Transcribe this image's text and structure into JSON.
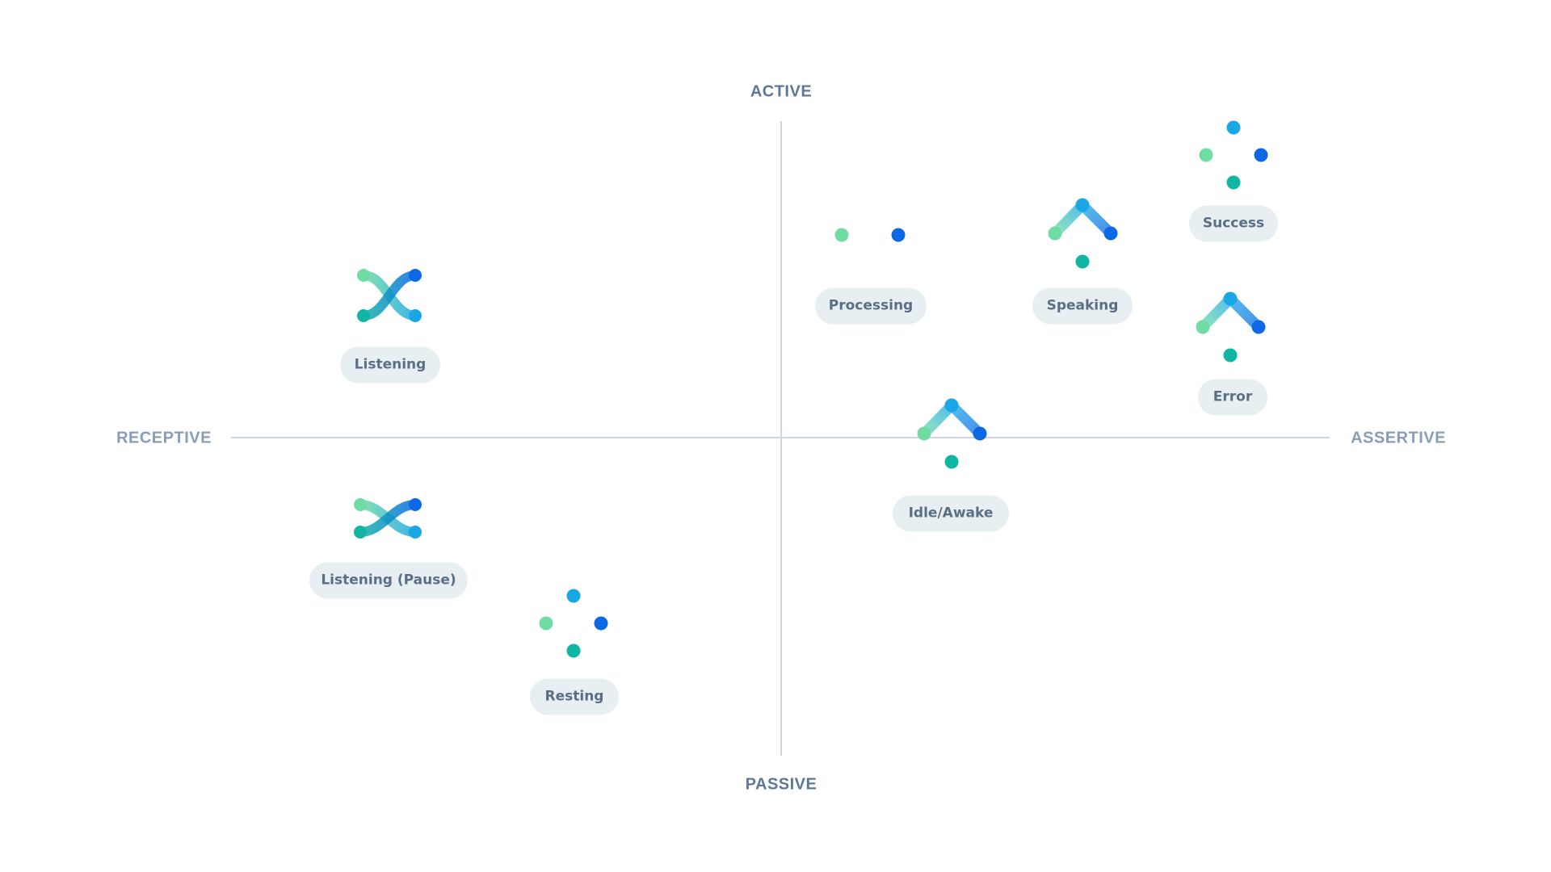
{
  "axes": {
    "top": "ACTIVE",
    "bottom": "PASSIVE",
    "left": "RECEPTIVE",
    "right": "ASSERTIVE"
  },
  "colors": {
    "green": "#6fdca4",
    "teal": "#10b5a4",
    "sky": "#1aa7e6",
    "blue": "#0d68e6",
    "axis": "#cdd6e2",
    "pill_bg": "#e7eff3",
    "pill_text": "#5a6e86"
  },
  "states": [
    {
      "id": "listening",
      "label": "Listening",
      "icon": "crossed-arcs-icon"
    },
    {
      "id": "listening-pause",
      "label": "Listening (Pause)",
      "icon": "crossed-arcs-flat-icon"
    },
    {
      "id": "resting",
      "label": "Resting",
      "icon": "four-dots-diamond-icon"
    },
    {
      "id": "processing",
      "label": "Processing",
      "icon": "two-dots-icon"
    },
    {
      "id": "speaking",
      "label": "Speaking",
      "icon": "chevron-up-dots-icon"
    },
    {
      "id": "success",
      "label": "Success",
      "icon": "four-dots-diamond-icon"
    },
    {
      "id": "error",
      "label": "Error",
      "icon": "chevron-up-dots-icon"
    },
    {
      "id": "idle",
      "label": "Idle/Awake",
      "icon": "chevron-up-dots-icon"
    }
  ]
}
